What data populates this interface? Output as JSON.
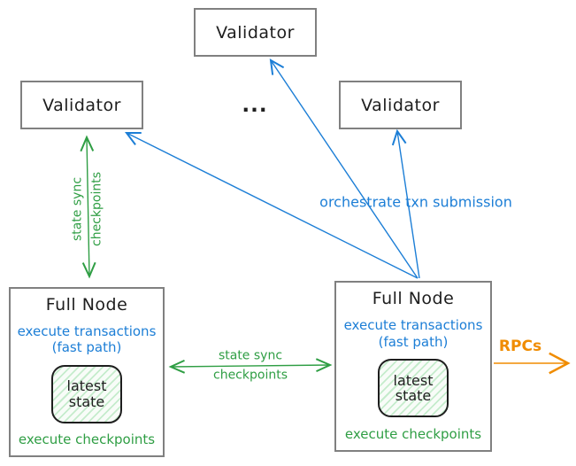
{
  "validators": {
    "top": {
      "label": "Validator"
    },
    "left": {
      "label": "Validator"
    },
    "right": {
      "label": "Validator"
    },
    "ellipsis": "..."
  },
  "full_nodes": {
    "left": {
      "title": "Full Node",
      "execute_line1": "execute transactions",
      "execute_line2": "(fast path)",
      "state": "latest state",
      "footer": "execute checkpoints"
    },
    "right": {
      "title": "Full Node",
      "execute_line1": "execute transactions",
      "execute_line2": "(fast path)",
      "state": "latest state",
      "footer": "execute checkpoints"
    }
  },
  "edges": {
    "validator_fullnode_sync": {
      "line1": "state sync",
      "line2": "checkpoints"
    },
    "fullnode_fullnode_sync": {
      "line1": "state sync",
      "line2": "checkpoints"
    },
    "orchestrate_label": "orchestrate txn submission",
    "rpcs_label": "RPCs"
  },
  "colors": {
    "blue": "#1c7ed6",
    "green": "#2f9e44",
    "orange": "#f08c00",
    "box_border": "#808080",
    "text": "#1e1e1e"
  }
}
